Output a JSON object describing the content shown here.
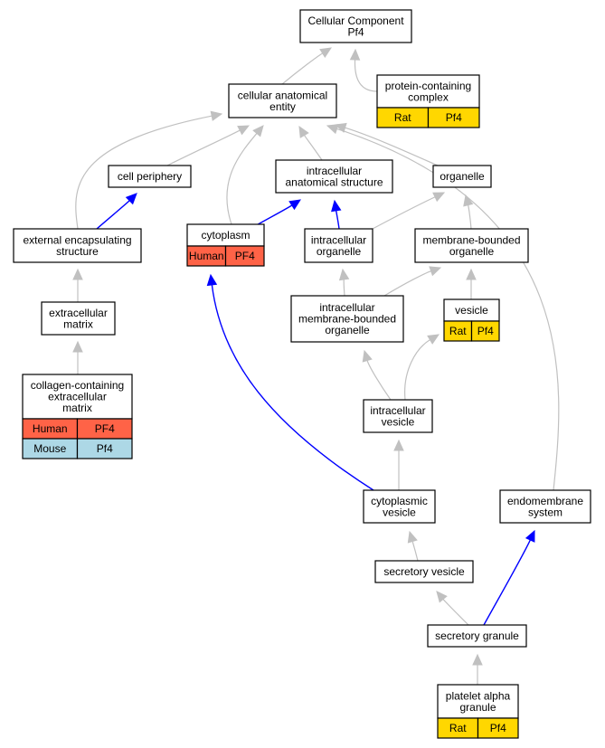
{
  "colors": {
    "human": "#ff6347",
    "rat": "#ffd700",
    "mouse": "#add8e6",
    "edge_is_a": "#c0c0c0",
    "edge_part_of": "#0000ff"
  },
  "nodes": {
    "cellular_component": {
      "lines": [
        "Cellular Component",
        "Pf4"
      ]
    },
    "protein_complex": {
      "lines": [
        "protein-containing",
        "complex"
      ],
      "tags": [
        {
          "species": "Rat",
          "gene": "Pf4",
          "color": "rat"
        }
      ]
    },
    "cellular_anatomical_entity": {
      "lines": [
        "cellular anatomical",
        "entity"
      ]
    },
    "cell_periphery": {
      "lines": [
        "cell periphery"
      ]
    },
    "intracellular_anatomical_structure": {
      "lines": [
        "intracellular",
        "anatomical structure"
      ]
    },
    "organelle": {
      "lines": [
        "organelle"
      ]
    },
    "external_encapsulating_structure": {
      "lines": [
        "external encapsulating",
        "structure"
      ]
    },
    "cytoplasm": {
      "lines": [
        "cytoplasm"
      ],
      "tags": [
        {
          "species": "Human",
          "gene": "PF4",
          "color": "human"
        }
      ]
    },
    "intracellular_organelle": {
      "lines": [
        "intracellular",
        "organelle"
      ]
    },
    "membrane_bounded_organelle": {
      "lines": [
        "membrane-bounded",
        "organelle"
      ]
    },
    "extracellular_matrix": {
      "lines": [
        "extracellular",
        "matrix"
      ]
    },
    "intracellular_membrane_bounded_organelle": {
      "lines": [
        "intracellular",
        "membrane-bounded",
        "organelle"
      ]
    },
    "vesicle": {
      "lines": [
        "vesicle"
      ],
      "tags": [
        {
          "species": "Rat",
          "gene": "Pf4",
          "color": "rat"
        }
      ]
    },
    "collagen_containing_ecm": {
      "lines": [
        "collagen-containing",
        "extracellular",
        "matrix"
      ],
      "tags": [
        {
          "species": "Human",
          "gene": "PF4",
          "color": "human"
        },
        {
          "species": "Mouse",
          "gene": "Pf4",
          "color": "mouse"
        }
      ]
    },
    "intracellular_vesicle": {
      "lines": [
        "intracellular",
        "vesicle"
      ]
    },
    "cytoplasmic_vesicle": {
      "lines": [
        "cytoplasmic",
        "vesicle"
      ]
    },
    "endomembrane_system": {
      "lines": [
        "endomembrane",
        "system"
      ]
    },
    "secretory_vesicle": {
      "lines": [
        "secretory vesicle"
      ]
    },
    "secretory_granule": {
      "lines": [
        "secretory granule"
      ]
    },
    "platelet_alpha_granule": {
      "lines": [
        "platelet alpha",
        "granule"
      ],
      "tags": [
        {
          "species": "Rat",
          "gene": "Pf4",
          "color": "rat"
        }
      ]
    }
  },
  "edges": [
    {
      "from": "protein_complex",
      "to": "cellular_component",
      "kind": "is_a"
    },
    {
      "from": "cellular_anatomical_entity",
      "to": "cellular_component",
      "kind": "is_a"
    },
    {
      "from": "cell_periphery",
      "to": "cellular_anatomical_entity",
      "kind": "is_a"
    },
    {
      "from": "intracellular_anatomical_structure",
      "to": "cellular_anatomical_entity",
      "kind": "is_a"
    },
    {
      "from": "organelle",
      "to": "cellular_anatomical_entity",
      "kind": "is_a"
    },
    {
      "from": "external_encapsulating_structure",
      "to": "cellular_anatomical_entity",
      "kind": "is_a"
    },
    {
      "from": "cytoplasm",
      "to": "cellular_anatomical_entity",
      "kind": "is_a"
    },
    {
      "from": "endomembrane_system",
      "to": "cellular_anatomical_entity",
      "kind": "is_a"
    },
    {
      "from": "external_encapsulating_structure",
      "to": "cell_periphery",
      "kind": "part_of"
    },
    {
      "from": "cytoplasm",
      "to": "intracellular_anatomical_structure",
      "kind": "part_of"
    },
    {
      "from": "intracellular_organelle",
      "to": "intracellular_anatomical_structure",
      "kind": "part_of"
    },
    {
      "from": "intracellular_organelle",
      "to": "organelle",
      "kind": "is_a"
    },
    {
      "from": "membrane_bounded_organelle",
      "to": "organelle",
      "kind": "is_a"
    },
    {
      "from": "extracellular_matrix",
      "to": "external_encapsulating_structure",
      "kind": "is_a"
    },
    {
      "from": "intracellular_membrane_bounded_organelle",
      "to": "intracellular_organelle",
      "kind": "is_a"
    },
    {
      "from": "intracellular_membrane_bounded_organelle",
      "to": "membrane_bounded_organelle",
      "kind": "is_a"
    },
    {
      "from": "vesicle",
      "to": "membrane_bounded_organelle",
      "kind": "is_a"
    },
    {
      "from": "collagen_containing_ecm",
      "to": "extracellular_matrix",
      "kind": "is_a"
    },
    {
      "from": "intracellular_vesicle",
      "to": "intracellular_membrane_bounded_organelle",
      "kind": "is_a"
    },
    {
      "from": "intracellular_vesicle",
      "to": "vesicle",
      "kind": "is_a"
    },
    {
      "from": "cytoplasmic_vesicle",
      "to": "intracellular_vesicle",
      "kind": "is_a"
    },
    {
      "from": "cytoplasmic_vesicle",
      "to": "cytoplasm",
      "kind": "part_of"
    },
    {
      "from": "secretory_vesicle",
      "to": "cytoplasmic_vesicle",
      "kind": "is_a"
    },
    {
      "from": "secretory_granule",
      "to": "secretory_vesicle",
      "kind": "is_a"
    },
    {
      "from": "secretory_granule",
      "to": "endomembrane_system",
      "kind": "part_of"
    },
    {
      "from": "platelet_alpha_granule",
      "to": "secretory_granule",
      "kind": "is_a"
    }
  ]
}
